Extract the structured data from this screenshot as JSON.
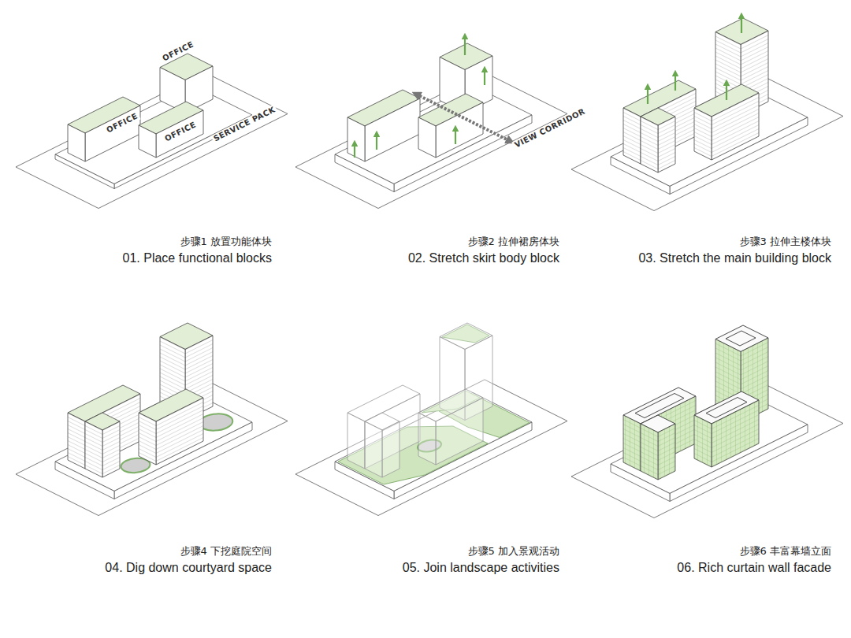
{
  "diagram": {
    "labels": [
      "OFFICE",
      "OFFICE",
      "OFFICE",
      "SERVICE PACK",
      "VIEW CORRIDOR",
      "步骤1 放置功能体块",
      "01. Place functional blocks",
      "步骤2 拉伸裙房体块",
      "02. Stretch skirt body block",
      "步骤3 拉伸主楼体块",
      "03. Stretch the main building block",
      "步骤4 下挖庭院空间",
      "04. Dig down courtyard space",
      "步骤5 加入景观活动",
      "05. Join landscape activities",
      "步骤6 丰富幕墙立面",
      "06. Rich curtain wall facade"
    ]
  }
}
